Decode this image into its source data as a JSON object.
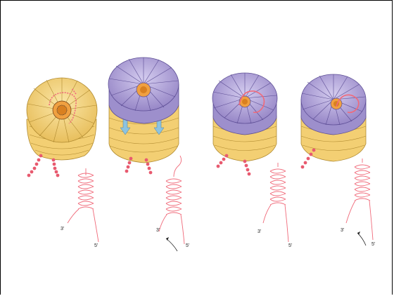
{
  "figure": {
    "colors": {
      "yellow_ring": "#f5d27a",
      "yellow_ring_dark": "#c9a041",
      "purple_ring": "#b5a7d9",
      "purple_ring_dark": "#7e6fb2",
      "rna_strand": "#f06a7a",
      "bead": "#e85a6f",
      "arrow_blue": "#8cc3e0",
      "center_orange": "#f0a040"
    },
    "panels": [
      {
        "id": "panel-1",
        "top_disk": "yellow",
        "labels": {
          "three_prime": "3’",
          "five_prime": "5’"
        },
        "has_arrow": false
      },
      {
        "id": "panel-2",
        "top_disk": "purple",
        "labels": {
          "three_prime": "3’",
          "five_prime": "5’"
        },
        "has_arrow": true
      },
      {
        "id": "panel-3",
        "top_disk": "purple",
        "labels": {
          "three_prime": "3’",
          "five_prime": "5’"
        },
        "has_arrow": false
      },
      {
        "id": "panel-4",
        "top_disk": "purple",
        "labels": {
          "three_prime": "3’",
          "five_prime": "5’"
        },
        "has_arrow": true
      }
    ]
  }
}
